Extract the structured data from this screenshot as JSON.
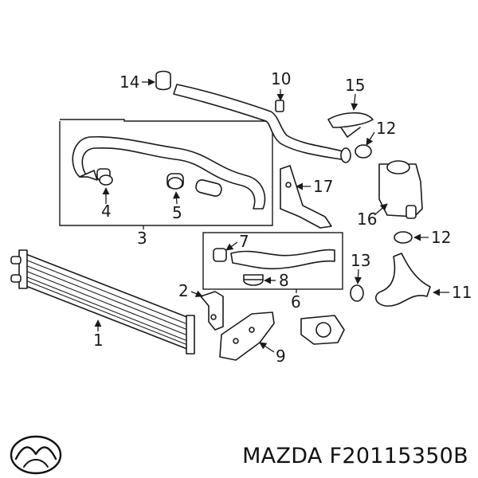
{
  "callouts": [
    "1",
    "2",
    "3",
    "4",
    "5",
    "6",
    "7",
    "8",
    "9",
    "10",
    "11",
    "12",
    "12",
    "13",
    "14",
    "15",
    "16",
    "17"
  ],
  "footer": {
    "logo_icon": "mazda-logo-icon",
    "brand_text": "MAZDA F20115350B"
  }
}
